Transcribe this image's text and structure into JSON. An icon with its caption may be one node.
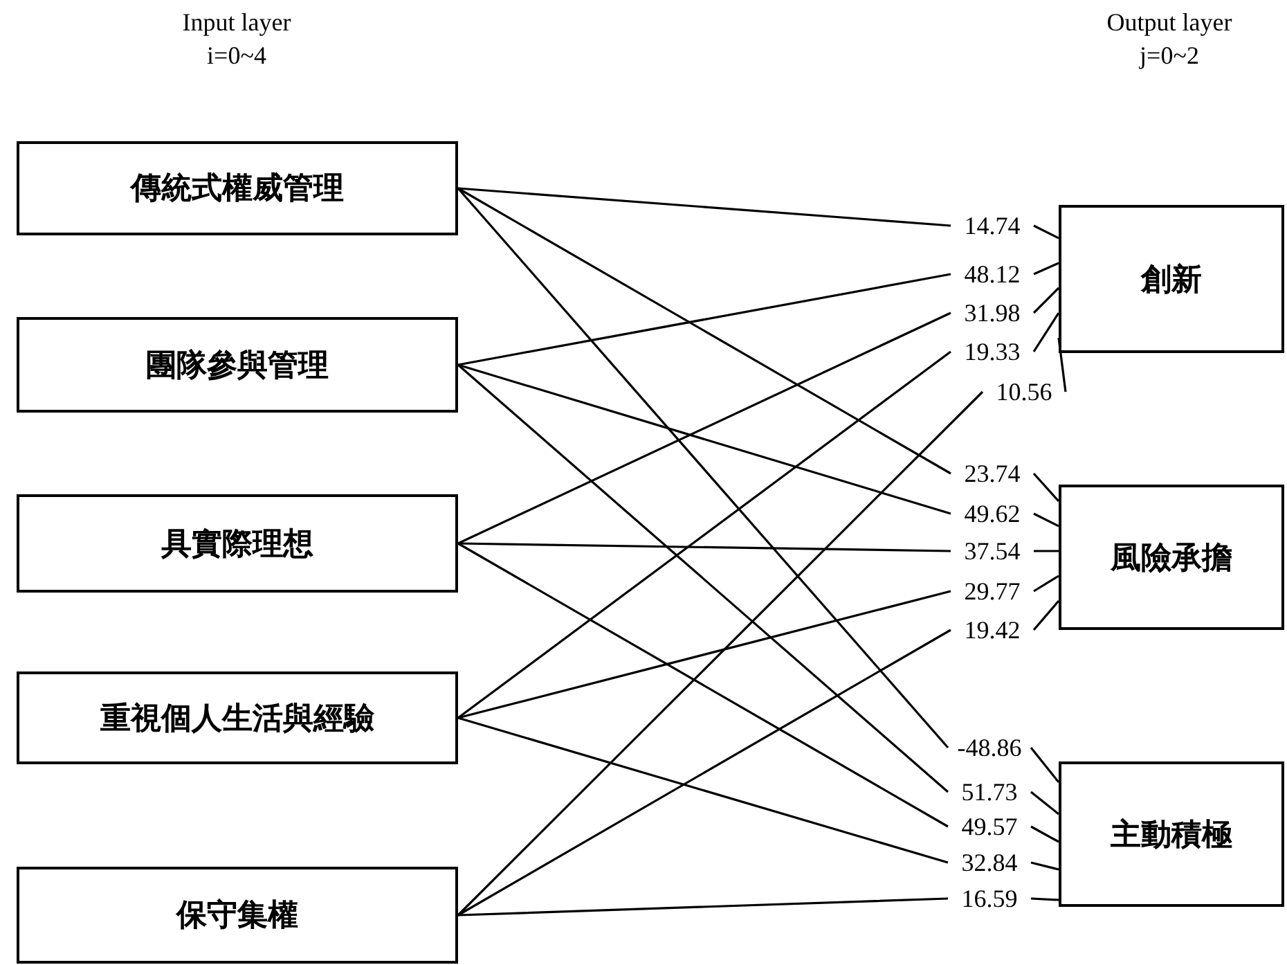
{
  "diagram": {
    "nodes": [
      {
        "text": [
          "傳統式權威管理"
        ]
      },
      {
        "text": [
          "團隊參與管理"
        ]
      },
      {
        "text": [
          "具實際理想"
        ]
      },
      {
        "text": [
          "重視個人生活與經驗"
        ]
      },
      {
        "text": [
          "保守集權"
        ]
      },
      {
        "text": [
          "創新"
        ]
      },
      {
        "text": [
          "風險承擔"
        ]
      },
      {
        "text": [
          "主動積極"
        ]
      }
    ],
    "edges": [
      {
        "from": 0,
        "to": 5,
        "arrow": "none",
        "label": "14.74"
      },
      {
        "from": 0,
        "to": 6,
        "arrow": "none",
        "label": "23.74"
      },
      {
        "from": 0,
        "to": 7,
        "arrow": "none",
        "label": "-48.86"
      },
      {
        "from": 1,
        "to": 5,
        "arrow": "none",
        "label": "48.12"
      },
      {
        "from": 1,
        "to": 6,
        "arrow": "none",
        "label": "49.62"
      },
      {
        "from": 1,
        "to": 7,
        "arrow": "none",
        "label": "51.73"
      },
      {
        "from": 2,
        "to": 5,
        "arrow": "none",
        "label": "31.98"
      },
      {
        "from": 2,
        "to": 6,
        "arrow": "none",
        "label": "37.54"
      },
      {
        "from": 2,
        "to": 7,
        "arrow": "none",
        "label": "49.57"
      },
      {
        "from": 3,
        "to": 5,
        "arrow": "none",
        "label": "19.33"
      },
      {
        "from": 3,
        "to": 6,
        "arrow": "none",
        "label": "29.77"
      },
      {
        "from": 3,
        "to": 7,
        "arrow": "none",
        "label": "32.84"
      },
      {
        "from": 4,
        "to": 5,
        "arrow": "none",
        "label": "10.56"
      },
      {
        "from": 4,
        "to": 6,
        "arrow": "none",
        "label": "19.42"
      },
      {
        "from": 4,
        "to": 7,
        "arrow": "none",
        "label": "16.59"
      }
    ],
    "labels": [
      "Input layer",
      "i=0~4",
      "Output layer",
      "j=0~2"
    ]
  }
}
